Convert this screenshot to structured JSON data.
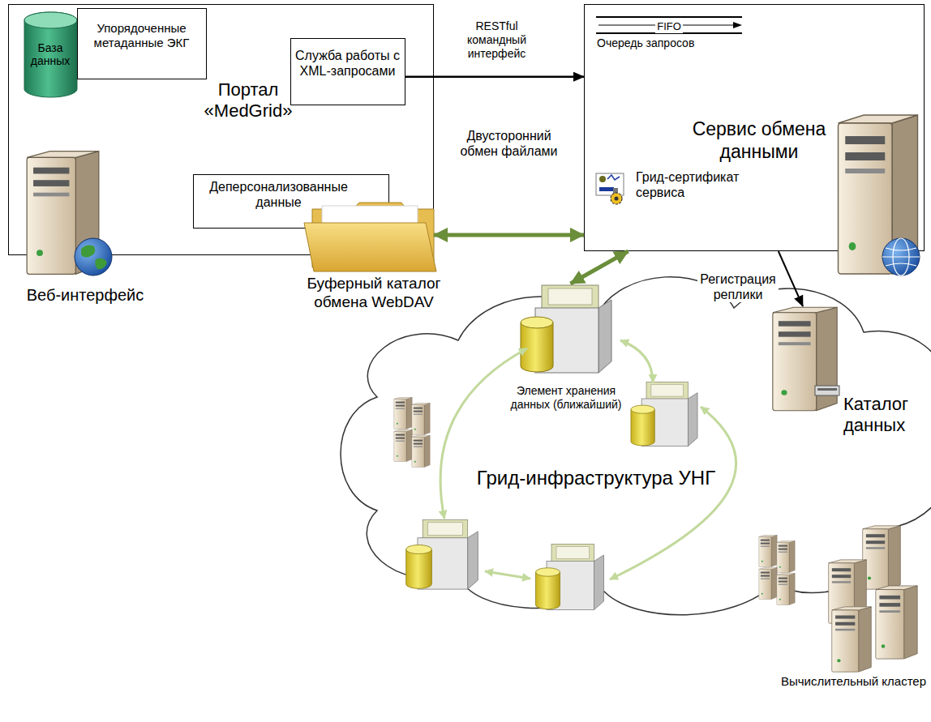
{
  "diagram": {
    "nodes": [
      {
        "text": [
          "Портал «MedGrid»"
        ]
      },
      {
        "text": [
          "База данных"
        ],
        "in": 0
      },
      {
        "text": [
          "Упорядоченные метаданные ЭКГ"
        ],
        "in": 0
      },
      {
        "text": [
          "Служба работы с XML-запросами"
        ],
        "in": 0
      },
      {
        "text": [
          "Деперсонализованные данные"
        ],
        "in": 0
      },
      {
        "text": [
          "Буферный каталог обмена WebDAV"
        ]
      },
      {
        "text": [
          "Сервис обмена данными",
          "Очередь запросов",
          "Грид-сертификат сервиса"
        ]
      },
      {
        "text": [
          "Грид-инфраструктура УНГ"
        ]
      },
      {
        "text": [
          "Элемент хранения данных (ближайший)"
        ],
        "in": 7
      },
      {
        "text": [
          "Каталог данных"
        ]
      }
    ],
    "edges": [
      {
        "from": 3,
        "to": 6,
        "arrow": "to",
        "label": "RESTful командный интерфейс"
      },
      {
        "from": 0,
        "to": 6,
        "arrow": "both",
        "label": "Двусторонний обмен файлами"
      },
      {
        "from": 6,
        "to": 8,
        "arrow": "both"
      },
      {
        "from": 6,
        "to": 9,
        "arrow": "to",
        "label": "Регистрация реплики"
      }
    ],
    "labels": [
      "FIFO",
      "Веб-интерфейс",
      "Вычислительный кластер"
    ]
  }
}
